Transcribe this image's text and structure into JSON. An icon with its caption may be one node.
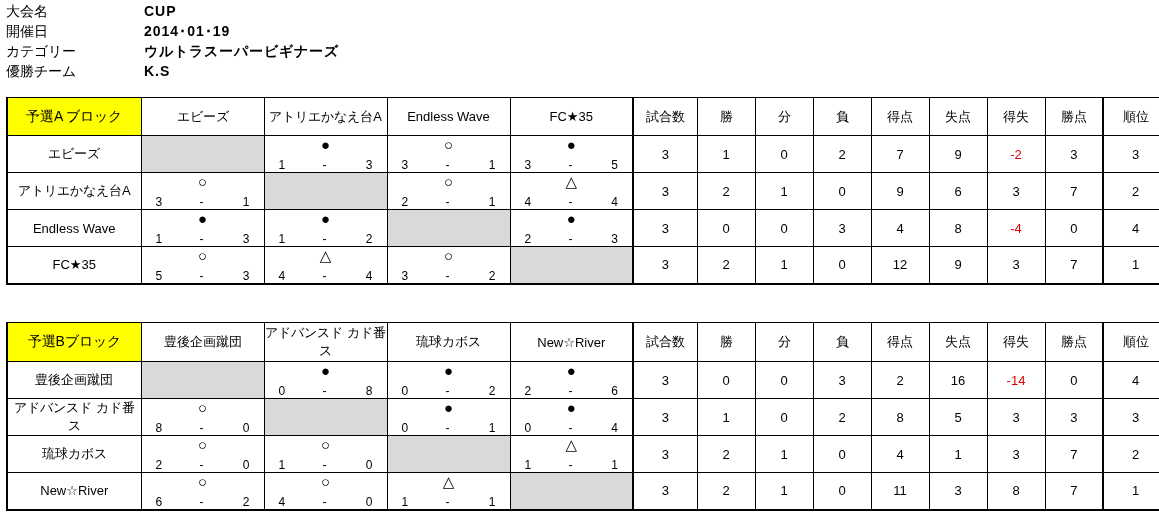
{
  "diagram": {
    "labels": [
      "大会名",
      "CUP",
      "開催日",
      "2014･01･19",
      "カテゴリー",
      "ウルトラスーパービギナーズ",
      "優勝チーム",
      "K.S",
      "予選A ブロック",
      "エビーズ",
      "アトリエかなえ台A",
      "Endless Wave",
      "FC★35",
      "試合数",
      "勝",
      "分",
      "負",
      "得点",
      "失点",
      "得失",
      "勝点",
      "順位",
      "エビーズ",
      "●",
      "1",
      "-",
      "3",
      "○",
      "3",
      "-",
      "1",
      "●",
      "3",
      "-",
      "5",
      "3",
      "1",
      "0",
      "2",
      "7",
      "9",
      "-2",
      "3",
      "3",
      "アトリエかなえ台A",
      "○",
      "3",
      "-",
      "1",
      "○",
      "2",
      "-",
      "1",
      "△",
      "4",
      "-",
      "4",
      "3",
      "2",
      "1",
      "0",
      "9",
      "6",
      "3",
      "7",
      "2",
      "Endless Wave",
      "●",
      "1",
      "-",
      "3",
      "●",
      "1",
      "-",
      "2",
      "●",
      "2",
      "-",
      "3",
      "3",
      "0",
      "0",
      "3",
      "4",
      "8",
      "-4",
      "0",
      "4",
      "FC★35",
      "○",
      "5",
      "-",
      "3",
      "△",
      "4",
      "-",
      "4",
      "○",
      "3",
      "-",
      "2",
      "3",
      "2",
      "1",
      "0",
      "12",
      "9",
      "3",
      "7",
      "1",
      "予選Bブロック",
      "豊後企画蹴団",
      "アドバンスド カド番ス",
      "琉球カボス",
      "New☆River",
      "試合数",
      "勝",
      "分",
      "負",
      "得点",
      "失点",
      "得失",
      "勝点",
      "順位",
      "豊後企画蹴団",
      "●",
      "0",
      "-",
      "8",
      "●",
      "0",
      "-",
      "2",
      "●",
      "2",
      "-",
      "6",
      "3",
      "0",
      "0",
      "3",
      "2",
      "16",
      "-14",
      "0",
      "4",
      "アドバンスド カド番ス",
      "○",
      "8",
      "-",
      "0",
      "●",
      "0",
      "-",
      "1",
      "●",
      "0",
      "-",
      "4",
      "3",
      "1",
      "0",
      "2",
      "8",
      "5",
      "3",
      "3",
      "3",
      "琉球カボス",
      "○",
      "2",
      "-",
      "0",
      "○",
      "1",
      "-",
      "0",
      "△",
      "1",
      "-",
      "1",
      "3",
      "2",
      "1",
      "0",
      "4",
      "1",
      "3",
      "7",
      "2",
      "New☆River",
      "○",
      "6",
      "-",
      "2",
      "○",
      "4",
      "-",
      "0",
      "△",
      "1",
      "-",
      "1",
      "3",
      "2",
      "1",
      "0",
      "11",
      "3",
      "8",
      "7",
      "1"
    ]
  }
}
